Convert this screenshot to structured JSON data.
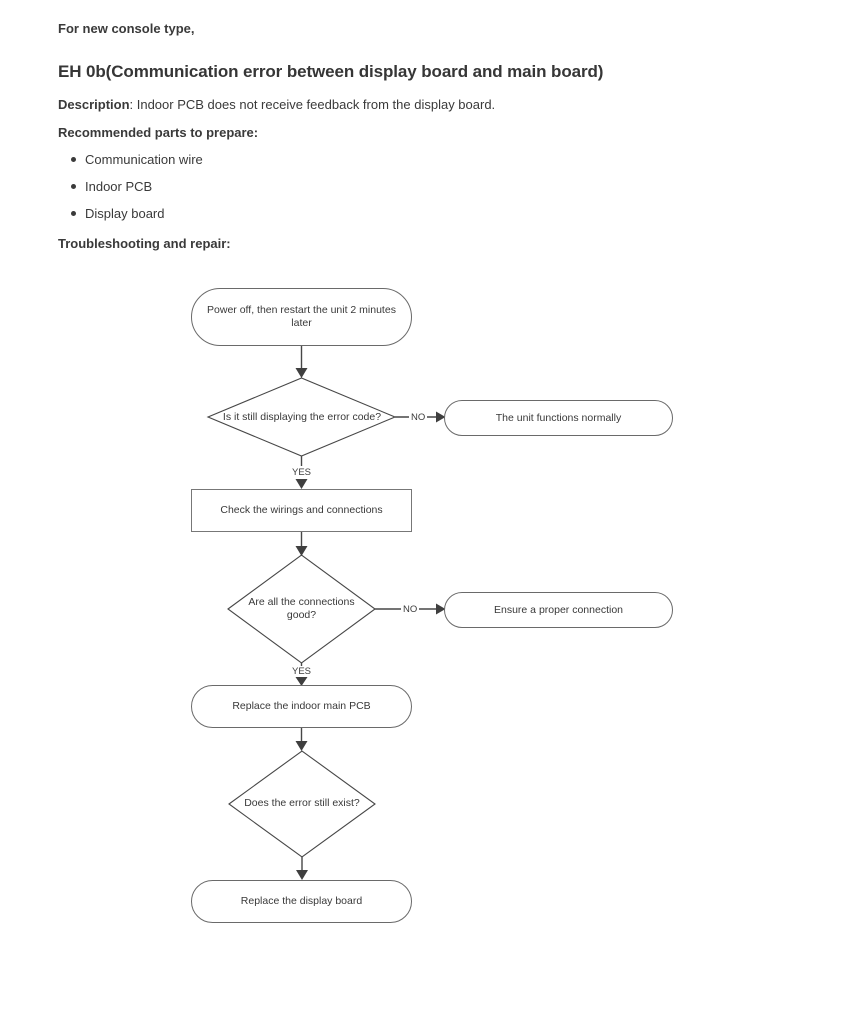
{
  "doc": {
    "intro": "For new console type,",
    "title": "EH 0b(Communication error between display board and main board)",
    "description_label": "Description",
    "description_rest": ": Indoor PCB does not receive feedback from the display board.",
    "parts_heading": "Recommended parts to prepare:",
    "parts": [
      "Communication wire",
      "Indoor PCB",
      "Display board"
    ],
    "flow_heading": "Troubleshooting and repair:"
  },
  "flowchart": {
    "start": "Power off, then restart the unit 2 minutes later",
    "decision_error_code": "Is it still displaying the error code?",
    "unit_normal": "The unit functions normally",
    "check_wirings": "Check the wirings and connections",
    "decision_connections": "Are all the connections good?",
    "ensure_connection": "Ensure a proper connection",
    "replace_pcb": "Replace the indoor main PCB",
    "decision_error_exists": "Does the error still exist?",
    "replace_display": "Replace the display board",
    "label_yes": "YES",
    "label_no": "NO",
    "colors": {
      "stroke": "#474747",
      "arrow_fill": "#3f3f3f",
      "node_border": "#6a6a6a",
      "text": "#3a3a3a",
      "background": "#ffffff"
    }
  }
}
